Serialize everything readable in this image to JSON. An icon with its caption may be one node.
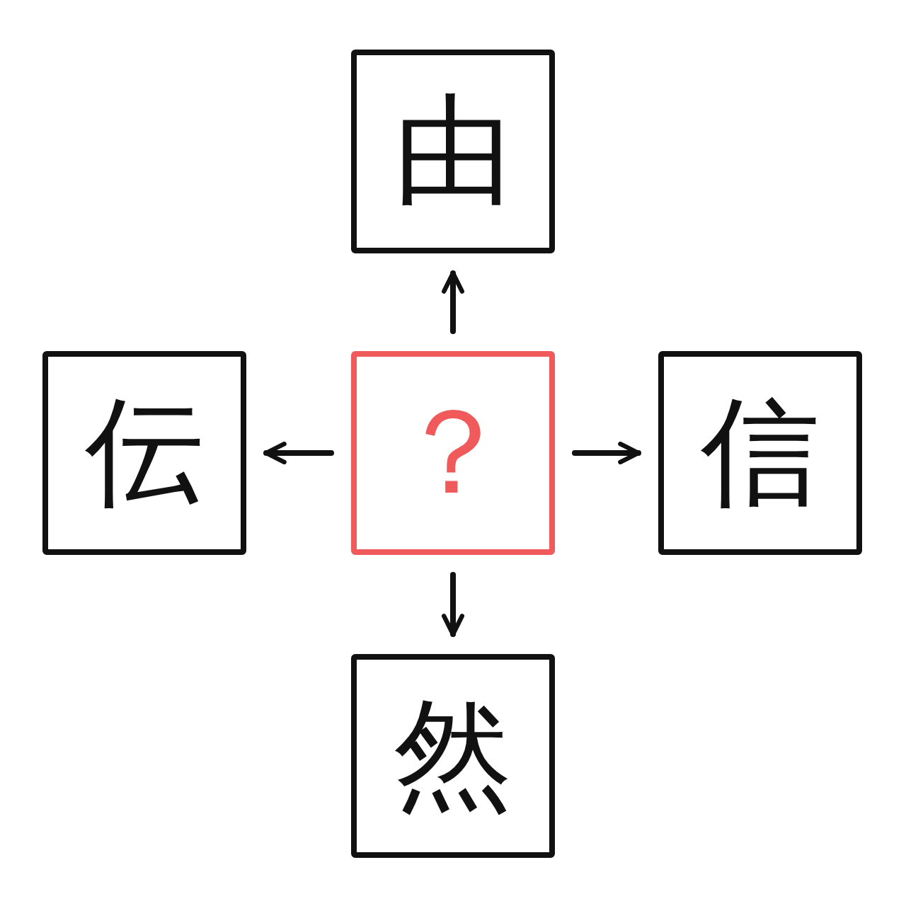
{
  "diagram": {
    "nodes": [
      {
        "text": [
          "由"
        ]
      },
      {
        "text": [
          "伝"
        ]
      },
      {
        "text": [
          "？"
        ]
      },
      {
        "text": [
          "信"
        ]
      },
      {
        "text": [
          "然"
        ]
      }
    ],
    "edges": [
      {
        "from": 2,
        "to": 0,
        "arrow": "to"
      },
      {
        "from": 2,
        "to": 1,
        "arrow": "to"
      },
      {
        "from": 2,
        "to": 3,
        "arrow": "to"
      },
      {
        "from": 2,
        "to": 4,
        "arrow": "to"
      }
    ]
  }
}
